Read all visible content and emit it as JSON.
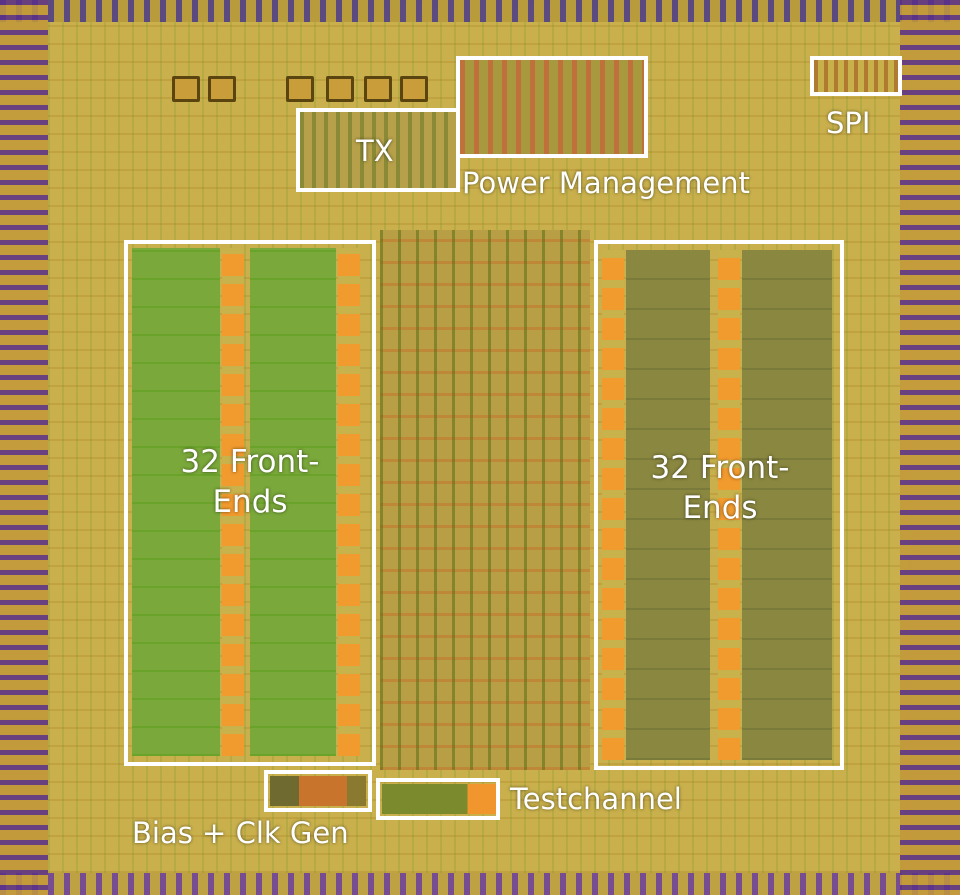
{
  "labels": {
    "tx": "TX",
    "power_management": "Power Management",
    "spi": "SPI",
    "front_ends_left": {
      "line1": "32 Front-",
      "line2": "Ends"
    },
    "front_ends_right": {
      "line1": "32 Front-",
      "line2": "Ends"
    },
    "bias_clk_gen": "Bias + Clk Gen",
    "testchannel": "Testchannel"
  },
  "colors": {
    "box_outline": "#ffffff",
    "label_text": "#ffffff",
    "die_base": "#c9b04c",
    "frontend_green": "#76a23a",
    "frontend_dark": "#858040",
    "frontend_orange": "#f19a2e"
  }
}
